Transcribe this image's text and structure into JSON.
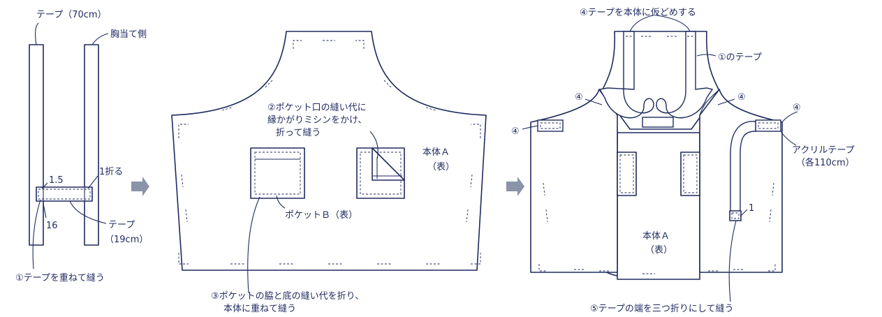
{
  "colors": {
    "line": "#1e2a5e",
    "arrow": "#8a93a8",
    "background": "#ffffff"
  },
  "step1": {
    "tape_70": "テープ（70cm）",
    "bib_side": "胸当て側",
    "dim_15": "1.5",
    "fold_1": "1折る",
    "dim_16": "16",
    "tape": "テープ",
    "tape_19": "（19cm）",
    "sew_instruction": "①テープを重ねて縫う"
  },
  "step2": {
    "pocket_mouth_1": "②ポケット口の縫い代に",
    "pocket_mouth_2": "縁かがりミシンをかけ、",
    "pocket_mouth_3": "折って縫う",
    "body_a": "本体Ａ",
    "omote": "（表）",
    "pocket_b": "ポケットＢ（表）",
    "attach_1": "③ポケットの脇と底の縫い代を折り、",
    "attach_2": "本体に重ねて縫う"
  },
  "step3": {
    "baste": "④テープを本体に仮どめする",
    "tape_from_1": "①のテープ",
    "num4": "④",
    "acrylic_1": "アクリルテープ",
    "acrylic_2": "（各110cm）",
    "dim_1": "1",
    "body_a": "本体Ａ",
    "omote": "（表）",
    "tri_fold": "⑤テープの端を三つ折りにして縫う"
  }
}
